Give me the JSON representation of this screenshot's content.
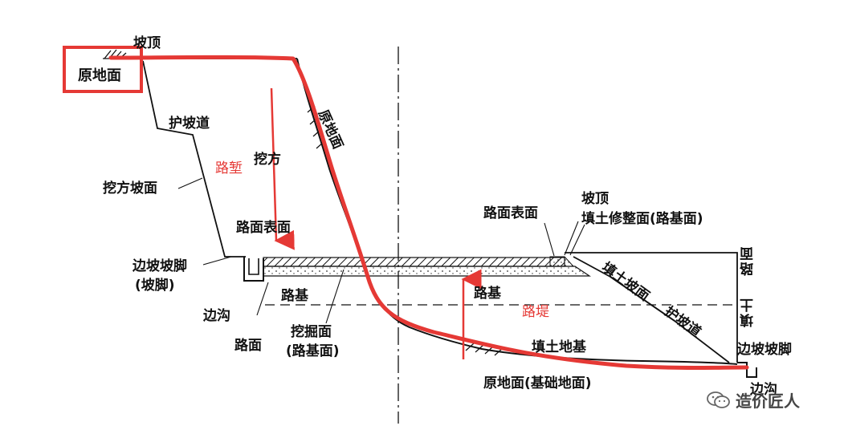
{
  "labels": {
    "slope_top_left": "坡顶",
    "original_ground_left": "原地面",
    "protection_berm_left": "护坡道",
    "cut": "挖方",
    "cut_slope_face": "挖方坡面",
    "cutting_road": "路堑",
    "original_ground_diag": "原地面",
    "pavement_surface_left": "路面表面",
    "slope_toe_left": "边坡坡脚",
    "slope_toe_left_sub": "(坡脚)",
    "side_ditch_left": "边沟",
    "subgrade_left": "路基",
    "pavement_left": "路面",
    "excavation_face": "挖掘面",
    "excavation_face_sub": "(路基面)",
    "pavement_surface_right": "路面表面",
    "slope_top_right": "坡顶",
    "fill_trim_face": "填土修整面(路基面)",
    "pavement_right_vertical": "路面",
    "fill_slope": "填土坡面",
    "protection_berm_right": "护坡道",
    "fill_vertical": "填土",
    "subgrade_right": "路基",
    "embankment": "路堤",
    "fill_foundation": "填土地基",
    "original_ground_base": "原地面(基础地面)",
    "slope_toe_right": "边坡坡脚",
    "side_ditch_right": "边沟",
    "watermark": "造价匠人"
  },
  "colors": {
    "annotation_red": "#e53935",
    "line_black": "#111111"
  }
}
